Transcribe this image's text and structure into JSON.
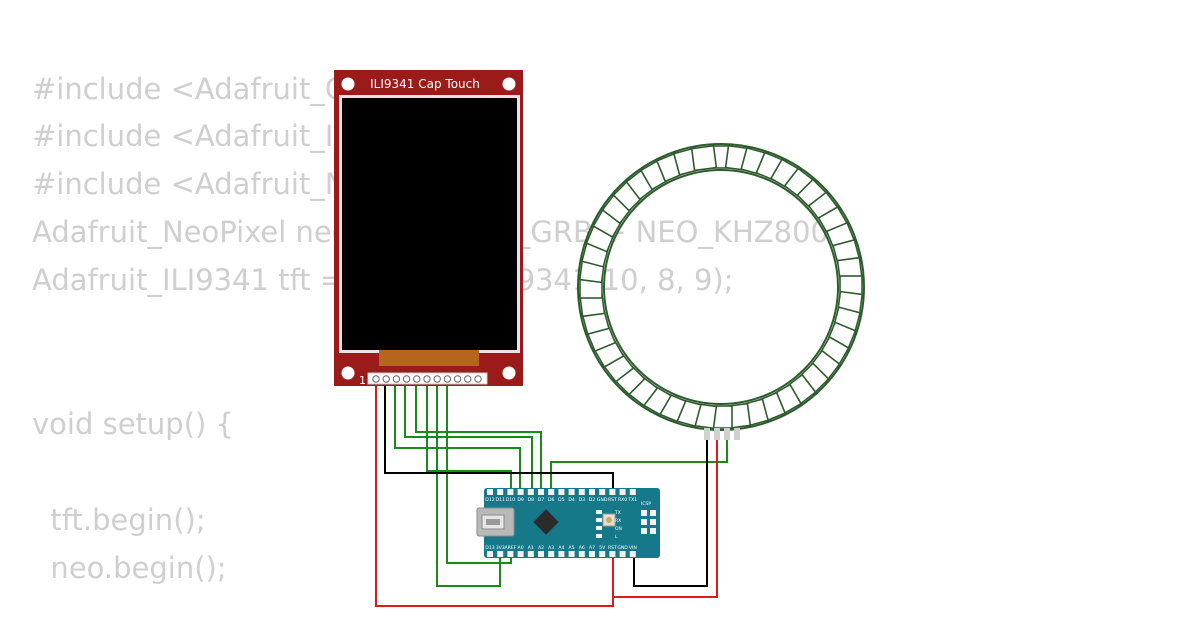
{
  "code": {
    "lines": [
      "#include <Adafruit_G",
      "#include <Adafruit_I",
      "#include <Adafruit_N",
      "Adafruit_NeoPixel neo(48, 2, NEO_GRB + NEO_KHZ800);",
      "Adafruit_ILI9341 tft = Adafruit_ILI9341(10, 8, 9);",
      "",
      "",
      "void setup() {",
      "",
      "  tft.begin();",
      "  neo.begin();"
    ]
  },
  "tft": {
    "title": "ILI9341 Cap Touch",
    "pin1_label": "1",
    "pcb_color": "#9b1a1a",
    "screen_color": "#000000",
    "ribbon_color": "#b5651d"
  },
  "neopixel_ring": {
    "pixel_count": 48,
    "outline_color": "#2e5b2e"
  },
  "arduino": {
    "board_color": "#15798a",
    "top_pin_labels": [
      "D12",
      "D11",
      "D10",
      "D9",
      "D8",
      "D7",
      "D6",
      "D5",
      "D4",
      "D3",
      "D2",
      "GND",
      "RST",
      "RX0",
      "TX1"
    ],
    "bottom_pin_labels": [
      "D13",
      "3V3",
      "AREF",
      "A0",
      "A1",
      "A2",
      "A3",
      "A4",
      "A5",
      "A6",
      "A7",
      "5V",
      "RST",
      "GND",
      "VIN"
    ],
    "icsp_label": "ICSP",
    "led_labels": [
      "TX",
      "RX",
      "ON",
      "L"
    ]
  },
  "wires": {
    "colors": {
      "signal": "#1a8a1a",
      "ground": "#000000",
      "power": "#e0191b"
    }
  }
}
